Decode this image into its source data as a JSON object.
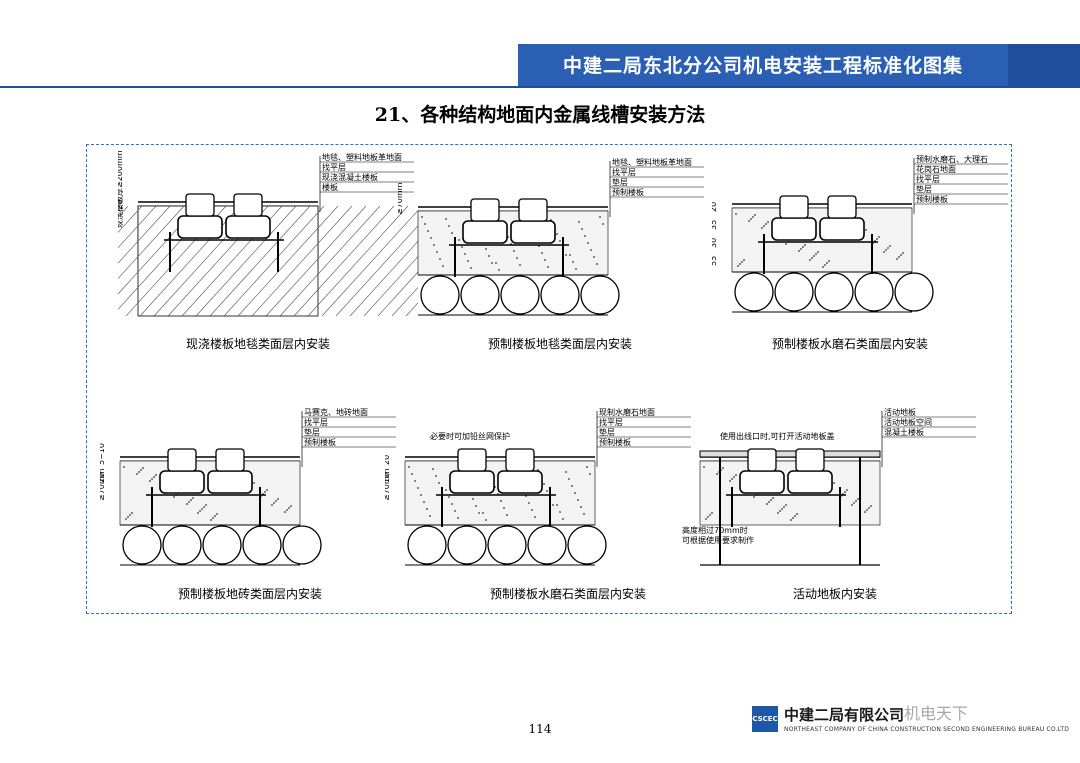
{
  "header": {
    "title": "中建二局东北分公司机电安装工程标准化图集"
  },
  "page_title": "21、各种结构地面内金属线槽安装方法",
  "panels": [
    {
      "caption": "现浇楼板地毯类面层内安装",
      "layers": [
        "地毯、塑料地板革地面",
        "找平层",
        "现浇混凝土楼板",
        "楼板"
      ],
      "dims": [
        "20",
        "现浇楼板厚≥200mm"
      ]
    },
    {
      "caption": "预制楼板地毯类面层内安装",
      "layers": [
        "地毯、塑料地板革地面",
        "找平层",
        "垫层",
        "预制楼板"
      ],
      "dims": [
        "≥70mm"
      ]
    },
    {
      "caption": "预制楼板水磨石类面层内安装",
      "layers": [
        "预制水磨石、大理石",
        "花岗石地面",
        "找平层",
        "垫层",
        "预制楼板"
      ],
      "dims": [
        "20",
        "35",
        "30",
        "55"
      ]
    },
    {
      "caption": "预制楼板地砖类面层内安装",
      "layers": [
        "马赛克、地砖地面",
        "找平层",
        "垫层",
        "预制楼板"
      ],
      "dims": [
        "5~10",
        "20",
        "≥70mm"
      ]
    },
    {
      "caption": "预制楼板水磨石类面层内安装",
      "layers": [
        "现制水磨石地面",
        "找平层",
        "垫层",
        "预制楼板"
      ],
      "note": "必要时可加铅丝网保护",
      "dims": [
        "20",
        "10",
        "≥70mm"
      ]
    },
    {
      "caption": "活动地板内安装",
      "layers": [
        "活动地板",
        "活动地板空间",
        "混凝土楼板"
      ],
      "note": "使用出线口时,可打开活动地板盖",
      "note2": [
        "高度相过70mm时",
        "可根据使用要求制作"
      ]
    }
  ],
  "page_number": "114",
  "footer": {
    "logo_text": "CSCEC",
    "company_cn": "中建二局有限公司",
    "company_en": "NORTHEAST COMPANY OF CHINA CONSTRUCTION SECOND ENGINEERING BUREAU CO.LTD",
    "watermark": "机电天下"
  },
  "colors": {
    "header_blue": "#2b5fb3",
    "frame_dash": "#2b6fd6"
  }
}
